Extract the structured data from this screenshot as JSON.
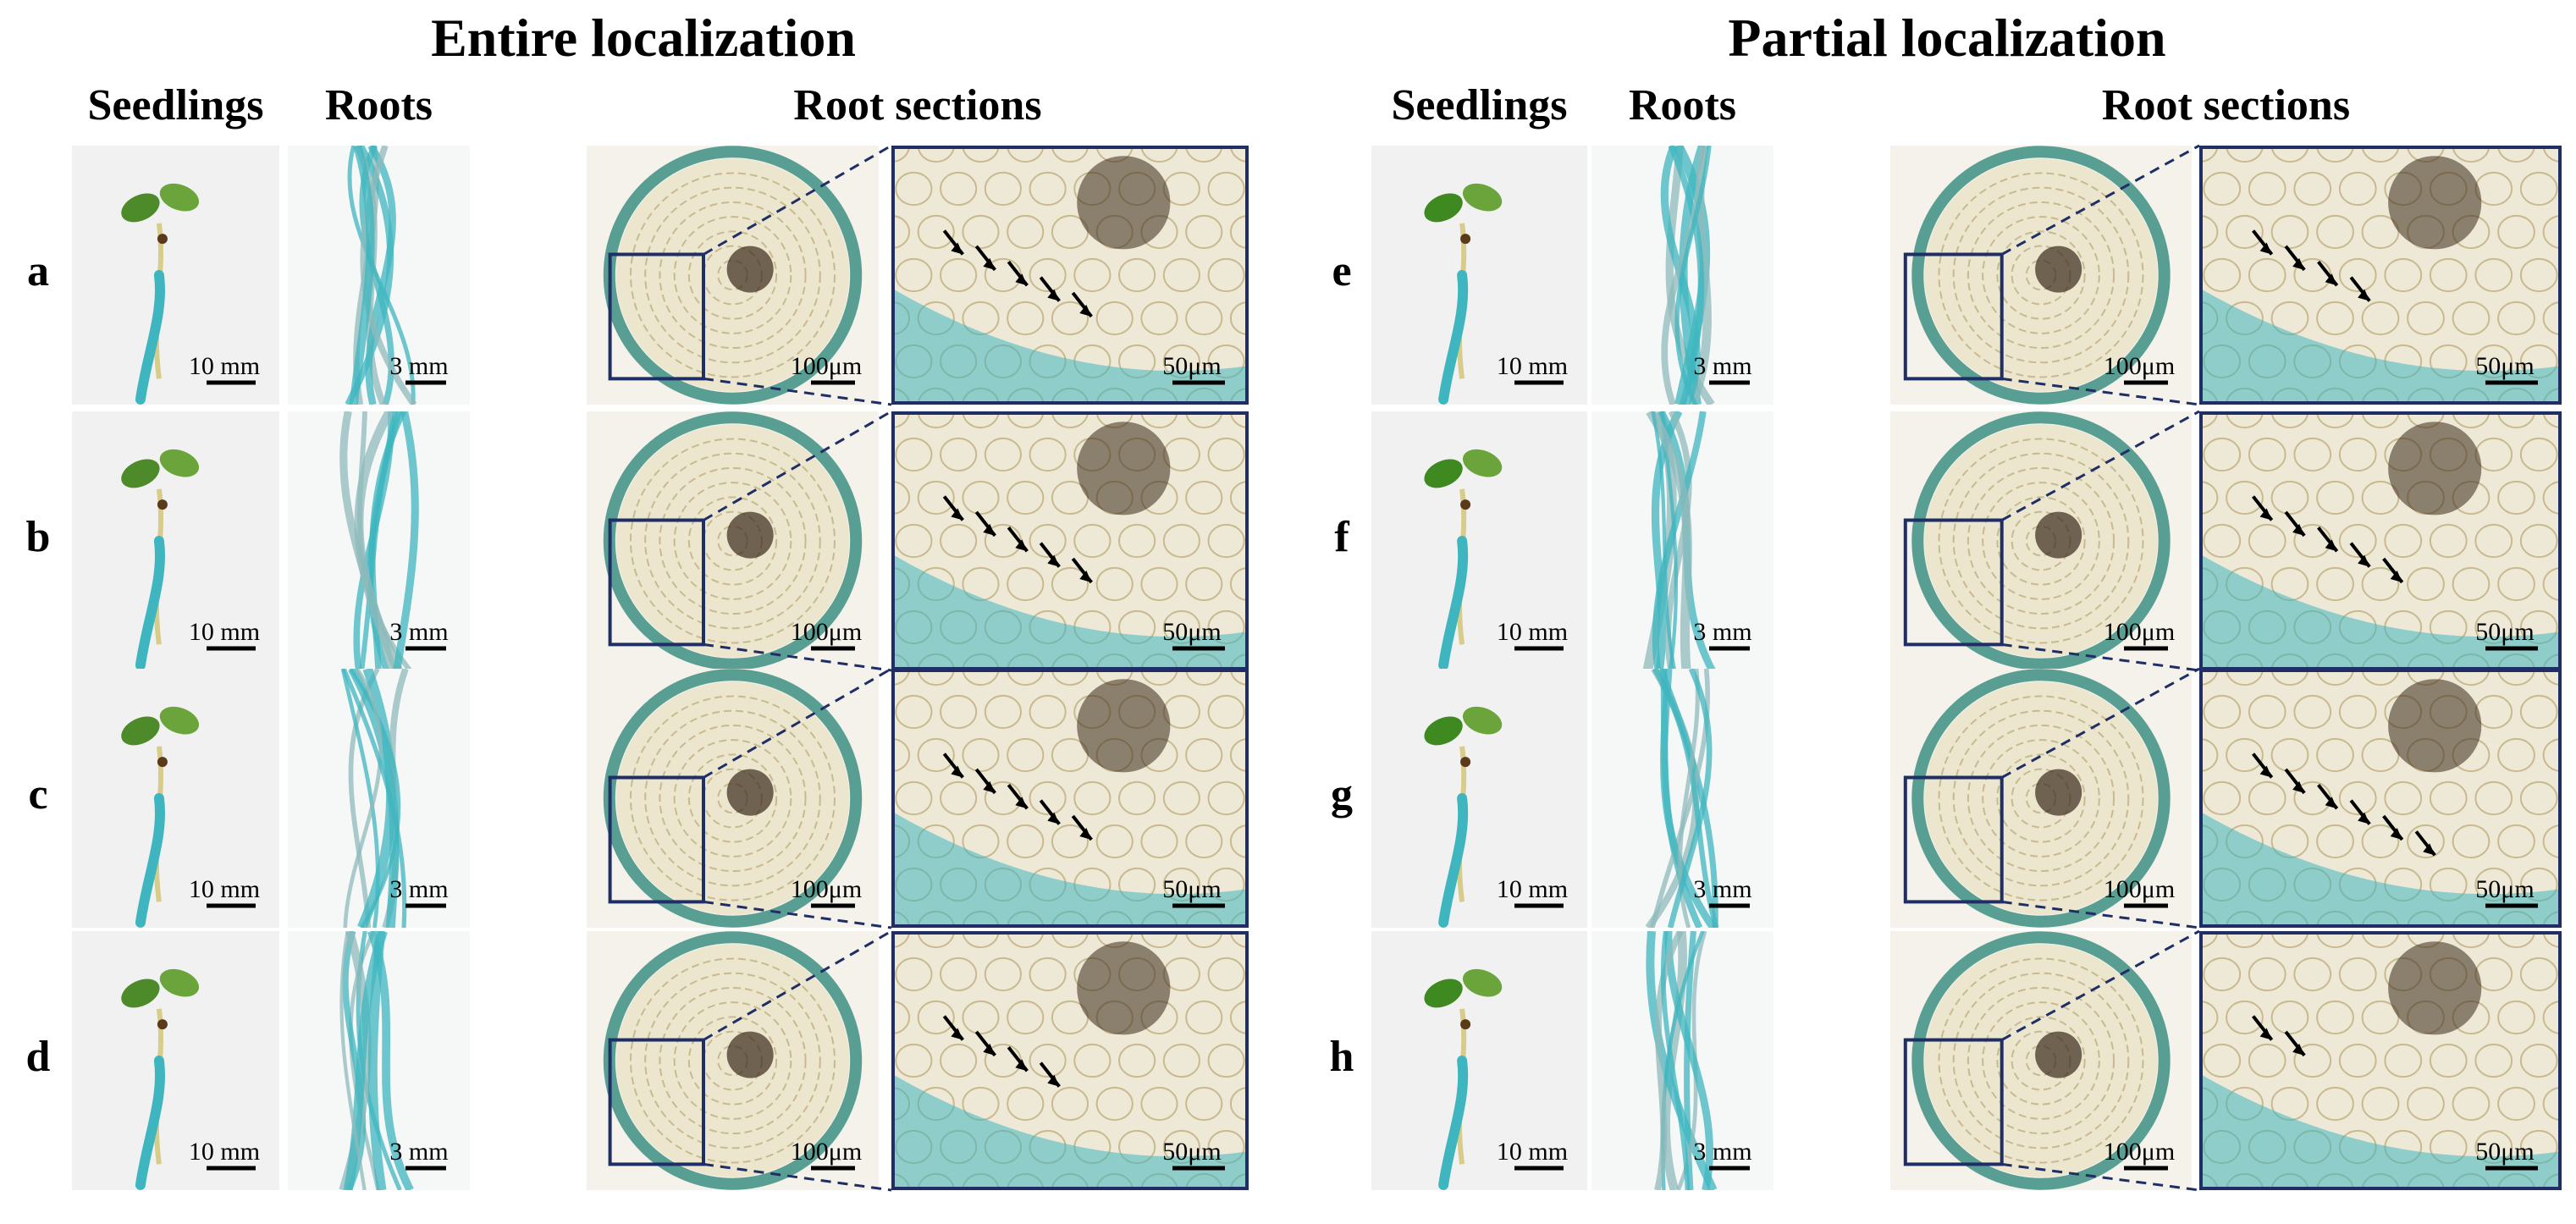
{
  "titles": {
    "entire": "Entire localization",
    "partial": "Partial localization"
  },
  "column_headers": {
    "seedlings": "Seedlings",
    "roots": "Roots",
    "root_sections": "Root sections"
  },
  "scale_bars": {
    "seedling": "10 mm",
    "root": "3 mm",
    "section": "100μm",
    "zoom": "50μm"
  },
  "rows": [
    {
      "label": "a",
      "arrows": 5
    },
    {
      "label": "b",
      "arrows": 5
    },
    {
      "label": "c",
      "arrows": 5
    },
    {
      "label": "d",
      "arrows": 4
    },
    {
      "label": "e",
      "arrows": 4
    },
    {
      "label": "f",
      "arrows": 5
    },
    {
      "label": "g",
      "arrows": 6
    },
    {
      "label": "h",
      "arrows": 2
    }
  ],
  "colors": {
    "gus_blue": "#3fb6bf",
    "frame": "#1f2f66",
    "tissue": "#ece6cf",
    "tissue_dark": "#c9b98f",
    "leaf": "#4d8a2a",
    "background": "#ffffff"
  }
}
